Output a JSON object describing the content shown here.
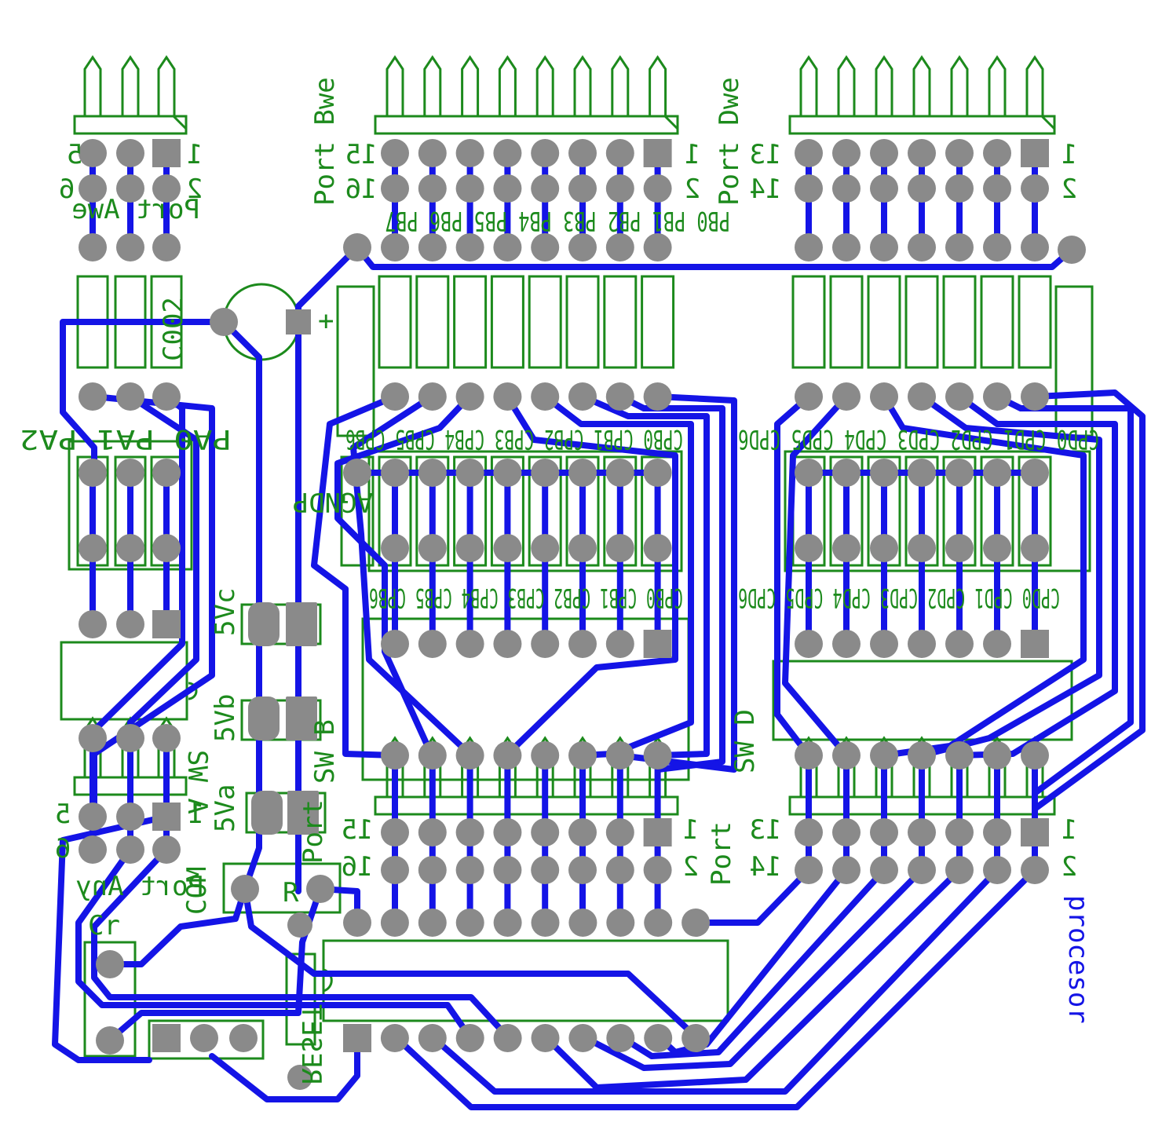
{
  "colors": {
    "silk": "#1c8a1c",
    "trace": "#1414e6",
    "pad": "#8a8a8a",
    "background": "#ffffff"
  },
  "labels": {
    "port_bwe": "Port Bwe",
    "port_dwe": "Port Dwe",
    "port_awe": "Port Awe",
    "port_any": "Port Any",
    "port_bot": "Port",
    "port_bot2": "Port",
    "sw_b": "SW B",
    "sw_d": "SW D",
    "sw_a": "SW A",
    "c002": "C002",
    "com": "COM",
    "agndp": "AGNDP",
    "v5c": "5Vc",
    "v5b": "5Vb",
    "v5a": "5Va",
    "r": "R",
    "cr": "Cr",
    "reset": "RESET",
    "processor": "procesor"
  },
  "pin_numbers": {
    "a_top": [
      "5",
      "6",
      "1",
      "2"
    ],
    "b_top": [
      "15",
      "16",
      "1",
      "2"
    ],
    "d_top": [
      "13",
      "14",
      "1",
      "2"
    ],
    "a_bot": [
      "5",
      "6",
      "1"
    ],
    "b_bot": [
      "15",
      "16",
      "1",
      "2"
    ],
    "d_bot": [
      "13",
      "14",
      "1",
      "2"
    ]
  },
  "net_labels": {
    "b_row_top": "PB0 PB1 PB2 PB3 PB4 PB5 PB6 PB7",
    "b_row_bottom": "CPB0 CPB1 CPB2 CPB3 CPB4 CPB5 CPB6",
    "d_row_top": "CPD0 CPD1 CPD2 CPD3 CPD4 CPD5 CPD6",
    "d_row_bottom": "CPD0 CPD1 CPD2 CPD3 CPD4 CPD5 CPD6",
    "a_row": "PA0 PA1 PA2"
  }
}
